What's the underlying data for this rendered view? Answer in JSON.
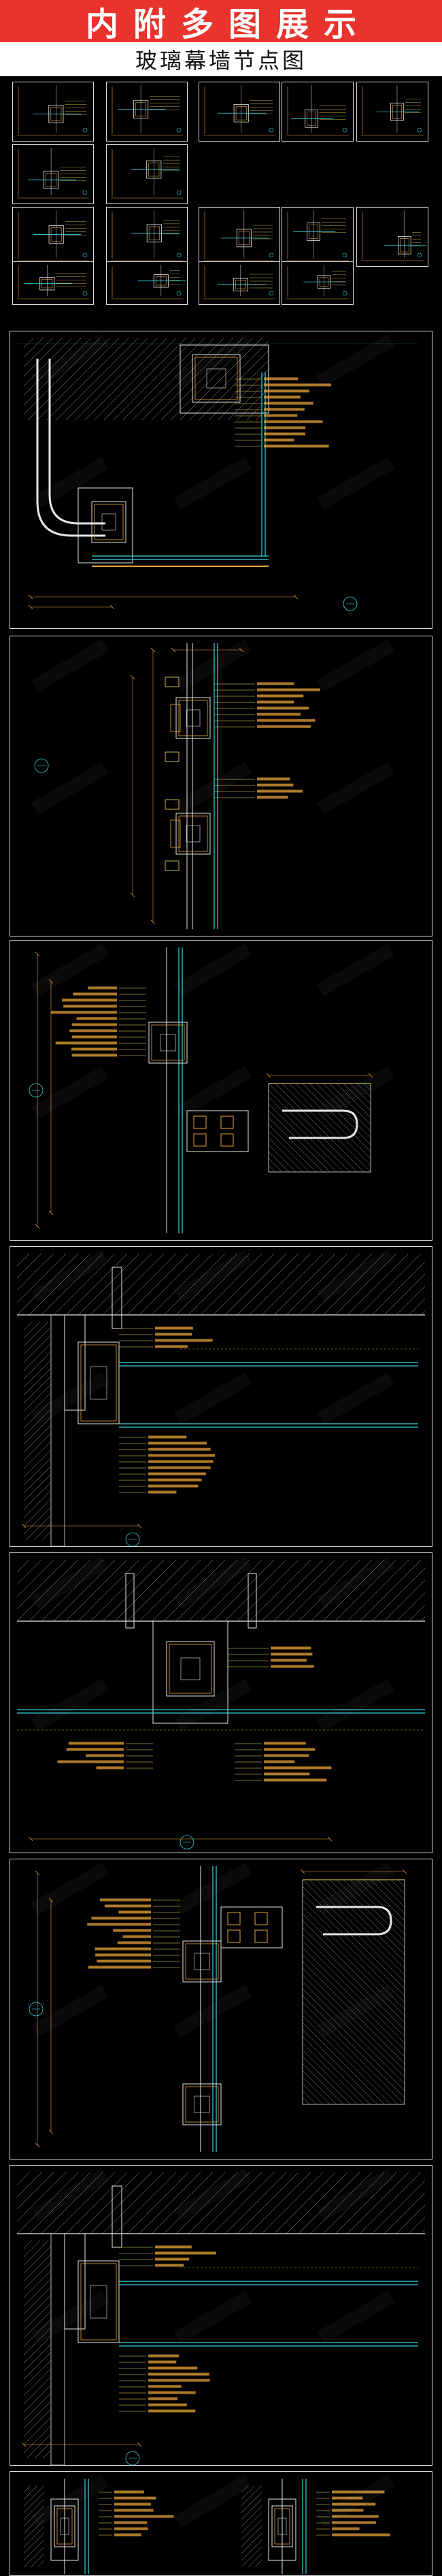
{
  "banner": {
    "title": "内附多图展示"
  },
  "subtitle": {
    "text": "玻璃幕墙节点图"
  },
  "colors": {
    "banner_bg": "#e8342c",
    "background": "#000000",
    "frame": "#d9d9d9",
    "cad_orange": "#e8a33a",
    "cad_yellow": "#f0e05a",
    "cad_cyan": "#37d3e3",
    "cad_white": "#e6e6e6"
  },
  "thumbnails_count": 16,
  "panels_count": 8
}
